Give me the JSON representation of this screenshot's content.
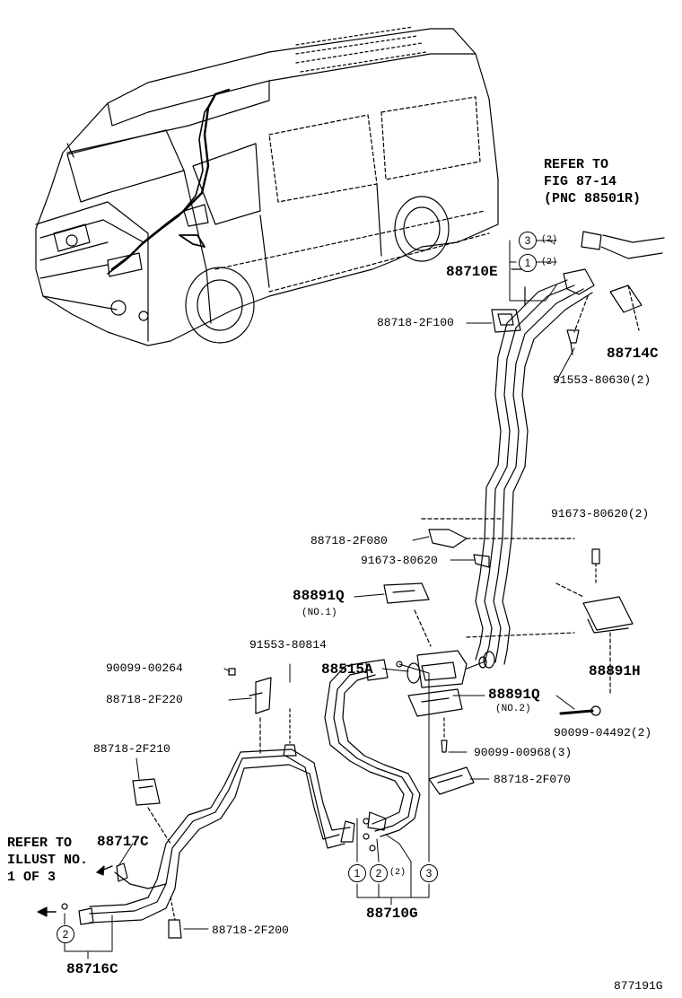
{
  "refer_top": {
    "line1": "REFER TO",
    "line2": "FIG 87-14",
    "line3": "(PNC 88501R)"
  },
  "refer_left": {
    "line1": "REFER TO",
    "line2": "ILLUST NO.",
    "line3": "1 OF 3"
  },
  "callouts": {
    "c1": "1",
    "c2": "2",
    "c3": "3",
    "q2": "(2)"
  },
  "parts": {
    "p88710E": "88710E",
    "p88718_2F100": "88718-2F100",
    "p88714C": "88714C",
    "p91553_80630": "91553-80630(2)",
    "p91673_80620_2": "91673-80620(2)",
    "p88718_2F080": "88718-2F080",
    "p91673_80620": "91673-80620",
    "p88891Q": "88891Q",
    "no1": "(NO.1)",
    "p88891H": "88891H",
    "p91553_80814": "91553-80814",
    "p90099_00264": "90099-00264",
    "p88515A": "88515A",
    "p88891Q_2": "88891Q",
    "no2": "(NO.2)",
    "p88718_2F220": "88718-2F220",
    "p90099_04492": "90099-04492(2)",
    "p90099_00968": "90099-00968(3)",
    "p88718_2F210": "88718-2F210",
    "p88718_2F070": "88718-2F070",
    "p88717C": "88717C",
    "p88710G": "88710G",
    "p88718_2F200": "88718-2F200",
    "p88716C": "88716C"
  },
  "figure_id": "877191G"
}
